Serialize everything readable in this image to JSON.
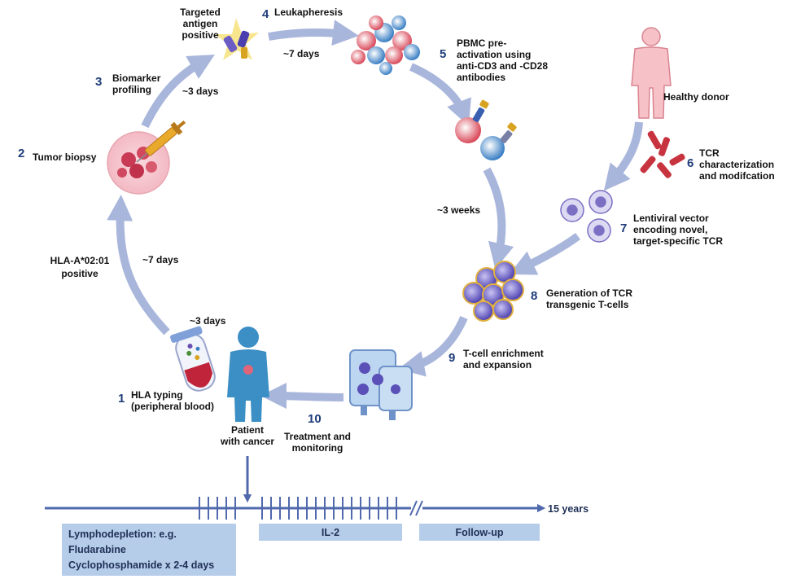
{
  "steps": [
    {
      "num": "1",
      "lines": [
        "HLA typing",
        "(peripheral blood)"
      ]
    },
    {
      "num": "2",
      "lines": [
        "Tumor biopsy"
      ]
    },
    {
      "num": "3",
      "lines": [
        "Biomarker",
        "profiling"
      ]
    },
    {
      "num": "4",
      "lines": [
        "Leukapheresis"
      ]
    },
    {
      "num": "5",
      "lines": [
        "PBMC pre-",
        "activation using",
        "anti-CD3 and -CD28",
        "antibodies"
      ]
    },
    {
      "num": "6",
      "lines": [
        "TCR",
        "characterization",
        "and modifcation"
      ]
    },
    {
      "num": "7",
      "lines": [
        "Lentiviral vector",
        "encoding novel,",
        "target-specific TCR"
      ]
    },
    {
      "num": "8",
      "lines": [
        "Generation of TCR",
        "transgenic T-cells"
      ]
    },
    {
      "num": "9",
      "lines": [
        "T-cell enrichment",
        "and expansion"
      ]
    },
    {
      "num": "10",
      "lines": [
        "Treatment and",
        "monitoring"
      ]
    }
  ],
  "labels": {
    "targeted": [
      "Targeted",
      "antigen",
      "positive"
    ],
    "hla": [
      "HLA-A*02:01",
      "positive"
    ],
    "donor": "Healthy donor",
    "patient": [
      "Patient",
      "with cancer"
    ]
  },
  "durations": {
    "d_3_to_4": "~7 days",
    "d_2_to_3": "~3 days",
    "d_1_to_2": "~7 days",
    "d_5_to_8": "~3 weeks",
    "d_1": "~3 days"
  },
  "timeline": {
    "end_label": "15 years",
    "boxes": [
      {
        "lines": [
          "Lymphodepletion: e.g.",
          "Fludarabine",
          "Cyclophosphamide x 2-4 days"
        ]
      },
      {
        "lines": [
          "IL-2"
        ]
      },
      {
        "lines": [
          "Follow-up"
        ]
      }
    ]
  },
  "colors": {
    "arrow": "#a9b6dc",
    "timeline": "#5069ad",
    "box": "#b6cdea",
    "step_number": "#1f3d7a",
    "donor": "#f6c2c8",
    "patient": "#3b8fc4"
  }
}
